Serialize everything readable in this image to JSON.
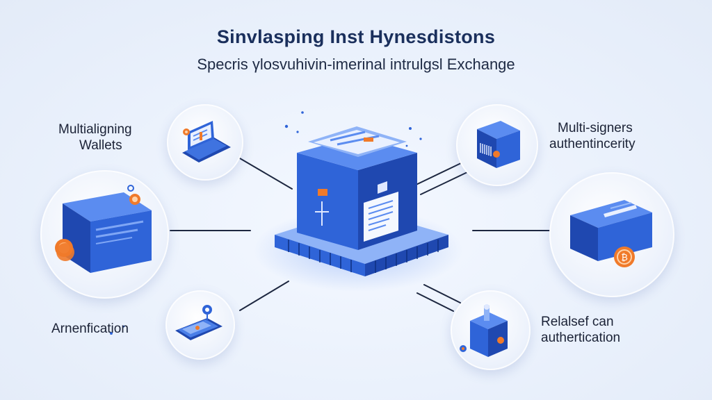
{
  "header": {
    "title": "Sinvlasping Inst Hynesdistons",
    "subtitle": "Specris γlosvuhivin-imerinal intrulgsl Exchange"
  },
  "labels": {
    "top_left": [
      "Multialigning",
      "Wallets"
    ],
    "bottom_left": [
      "Arnenfication"
    ],
    "top_right": [
      "Multi-signers",
      "authentincerity"
    ],
    "bottom_right": [
      "Relalsef can",
      "authertication"
    ]
  },
  "colors": {
    "primary_blue": "#2f64d8",
    "dark_blue": "#1f48b0",
    "light_blue": "#5b8cf0",
    "coin_orange": "#f07a2a",
    "title_navy": "#1a2f5c"
  },
  "icons": {
    "hub": "server-vault-icon",
    "top_left": "laptop-document-icon",
    "mid_left": "wallet-box-coins-icon",
    "bottom_left": "phone-location-icon",
    "top_right": "cube-barcode-icon",
    "mid_right": "card-reader-coin-icon",
    "bottom_right": "locked-box-icon"
  }
}
